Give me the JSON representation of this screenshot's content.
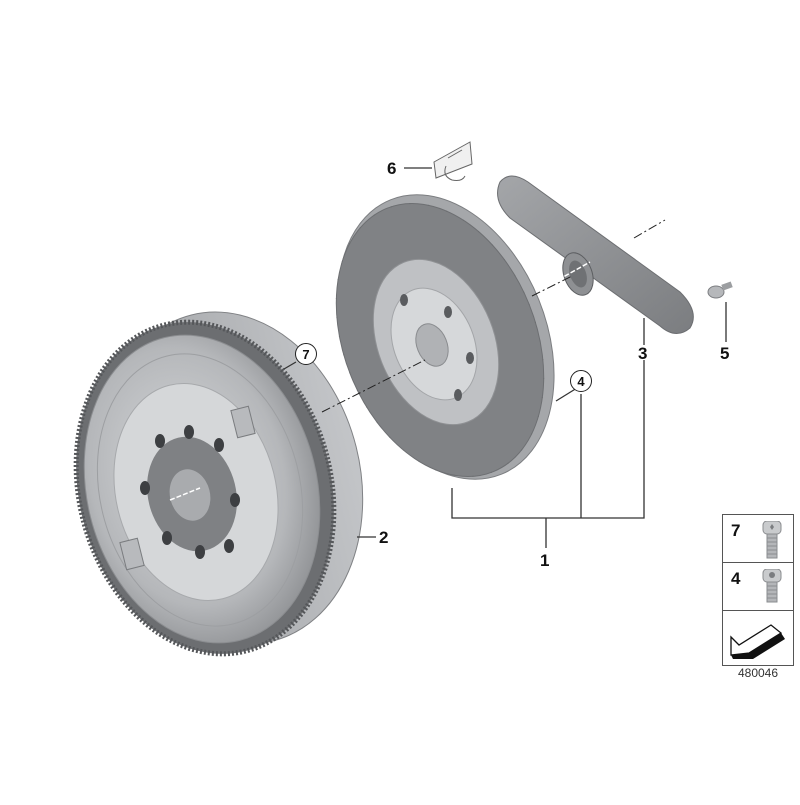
{
  "diagram": {
    "type": "exploded parts view",
    "subject": "dual-mass flywheel and clutch assembly",
    "diagram_id": "480046",
    "callouts": [
      {
        "id": "1",
        "style": "plain",
        "label": "1"
      },
      {
        "id": "2",
        "style": "plain",
        "label": "2"
      },
      {
        "id": "3",
        "style": "plain",
        "label": "3"
      },
      {
        "id": "4",
        "style": "circled",
        "label": "4"
      },
      {
        "id": "5",
        "style": "plain",
        "label": "5"
      },
      {
        "id": "6",
        "style": "plain",
        "label": "6"
      },
      {
        "id": "7",
        "style": "circled",
        "label": "7"
      }
    ],
    "parts": [
      {
        "callout": "1",
        "name": "clutch-kit-group"
      },
      {
        "callout": "2",
        "name": "dual-mass-flywheel"
      },
      {
        "callout": "3",
        "name": "release-lever"
      },
      {
        "callout": "4",
        "name": "clutch-pressure-plate-bolt"
      },
      {
        "callout": "5",
        "name": "ball-pin"
      },
      {
        "callout": "6",
        "name": "cable-tie-label"
      },
      {
        "callout": "7",
        "name": "flywheel-bolt"
      }
    ],
    "legend": {
      "items": [
        {
          "label": "7",
          "icon": "torx-bolt"
        },
        {
          "label": "4",
          "icon": "hex-socket-bolt"
        }
      ],
      "arrow_icon": "direction-arrow"
    }
  },
  "colors": {
    "background": "#ffffff",
    "metal_light": "#c9cbcd",
    "metal_mid": "#9a9c9f",
    "metal_dark": "#6e7073",
    "friction": "#7d7f82",
    "line": "#222222"
  }
}
